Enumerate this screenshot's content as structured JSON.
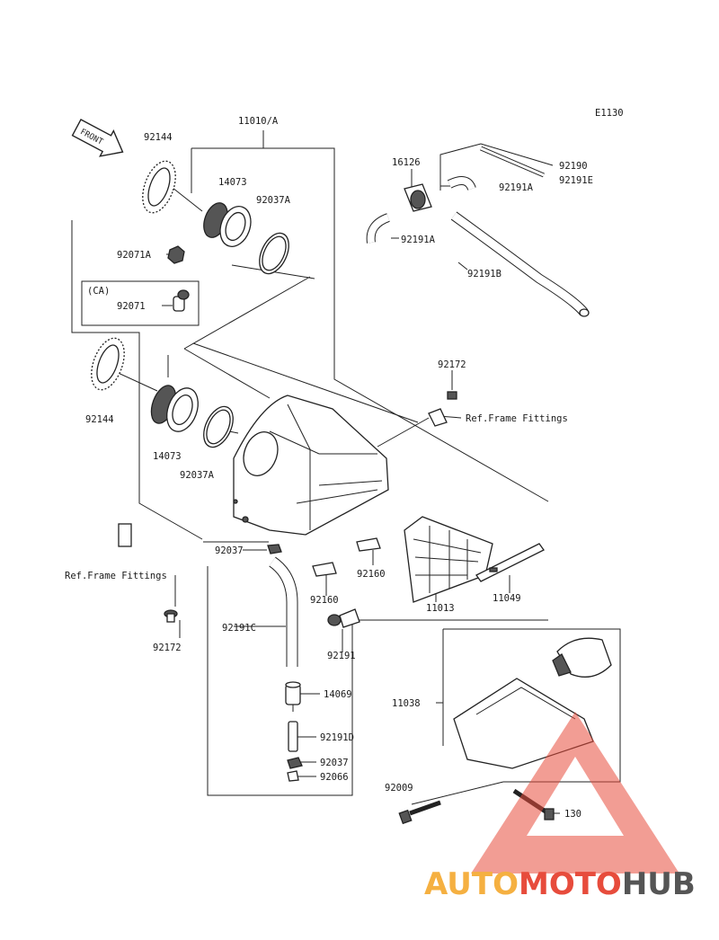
{
  "diagram_code": "E1130",
  "front_label": "FRONT",
  "labels": {
    "l_11010A": "11010/A",
    "l_92144_top": "92144",
    "l_14073_top": "14073",
    "l_92037A_top": "92037A",
    "l_92071A": "92071A",
    "l_CA": "(CA)",
    "l_92071": "92071",
    "l_92144_mid": "92144",
    "l_14073_mid": "14073",
    "l_92037A_mid": "92037A",
    "l_16126": "16126",
    "l_92190": "92190",
    "l_92191E": "92191E",
    "l_92191A_a": "92191A",
    "l_92191A_b": "92191A",
    "l_92191B": "92191B",
    "l_92172_top": "92172",
    "l_ref_frame_right": "Ref.Frame Fittings",
    "l_ref_frame_left": "Ref.Frame Fittings",
    "l_92037": "92037",
    "l_92160_a": "92160",
    "l_92160_b": "92160",
    "l_11013": "11013",
    "l_11049": "11049",
    "l_92172_bottom": "92172",
    "l_92191C": "92191C",
    "l_92191": "92191",
    "l_14069": "14069",
    "l_92191D": "92191D",
    "l_92037_b": "92037",
    "l_92066": "92066",
    "l_11038": "11038",
    "l_92009": "92009",
    "l_130": "130"
  },
  "watermark": {
    "auto": "AUTO",
    "moto": "MOTO",
    "hub": "HUB",
    "colors": {
      "auto": "#f5b041",
      "moto": "#e74c3c",
      "hub": "#555555",
      "triangle": "#e74c3c"
    }
  }
}
